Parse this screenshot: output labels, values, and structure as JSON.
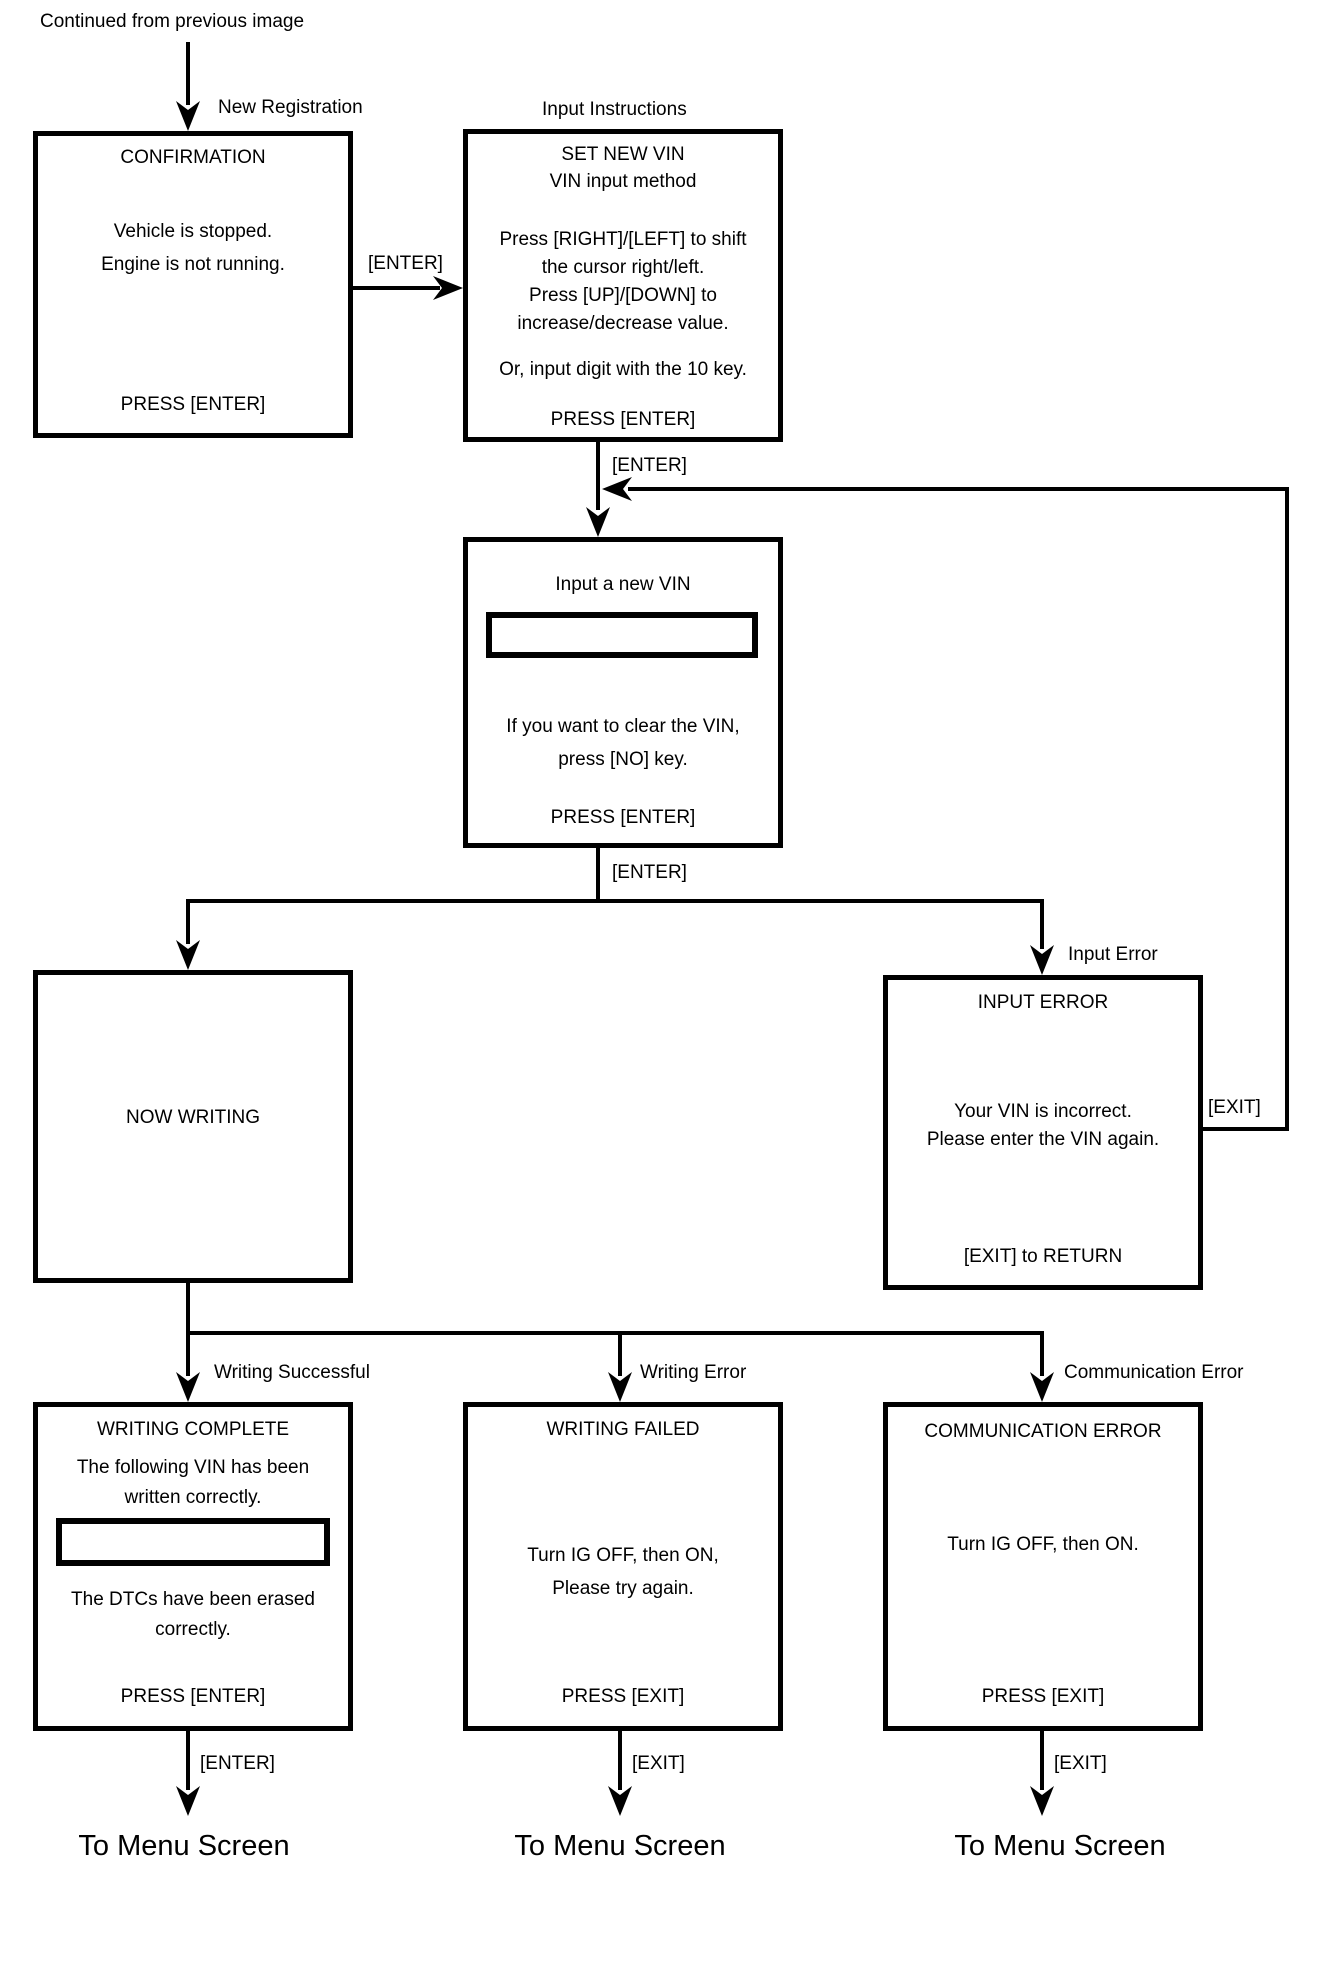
{
  "colors": {
    "ink": "#000000",
    "background": "#ffffff"
  },
  "header": {
    "continued_from": "Continued from previous image"
  },
  "branch_labels": {
    "new_registration": "New Registration",
    "input_instructions": "Input Instructions",
    "input_error": "Input Error",
    "writing_successful": "Writing Successful",
    "writing_error": "Writing Error",
    "communication_error": "Communication Error"
  },
  "edge_labels": {
    "confirmation_to_set_new_vin": "[ENTER]",
    "set_new_vin_to_input": "[ENTER]",
    "input_to_branches": "[ENTER]",
    "input_error_return": "[EXIT]",
    "writing_complete_to_menu": "[ENTER]",
    "writing_failed_to_menu": "[EXIT]",
    "communication_error_to_menu": "[EXIT]"
  },
  "screens": {
    "confirmation": {
      "title": "CONFIRMATION",
      "lines": [
        "Vehicle is stopped.",
        "Engine is not running."
      ],
      "footer": "PRESS [ENTER]"
    },
    "set_new_vin": {
      "title": "SET NEW VIN",
      "subtitle": "VIN input method",
      "lines": [
        "Press [RIGHT]/[LEFT] to shift",
        "the cursor right/left.",
        "Press [UP]/[DOWN] to",
        "increase/decrease value."
      ],
      "note": "Or, input digit with the 10 key.",
      "footer": "PRESS [ENTER]"
    },
    "input_new_vin": {
      "title": "Input a new VIN",
      "vin_field_value": "",
      "lines": [
        "If you want to clear the VIN,",
        "press [NO] key."
      ],
      "footer": "PRESS [ENTER]"
    },
    "now_writing": {
      "title": "NOW WRITING"
    },
    "input_error": {
      "title": "INPUT ERROR",
      "lines": [
        "Your VIN is incorrect.",
        "Please enter the VIN again."
      ],
      "footer": "[EXIT] to RETURN"
    },
    "writing_complete": {
      "title": "WRITING COMPLETE",
      "lines_above_field": [
        "The following VIN has been",
        "written correctly."
      ],
      "vin_field_value": "",
      "lines_below_field": [
        "The DTCs have been erased",
        "correctly."
      ],
      "footer": "PRESS [ENTER]"
    },
    "writing_failed": {
      "title": "WRITING FAILED",
      "lines": [
        "Turn IG OFF, then ON,",
        "Please try again."
      ],
      "footer": "PRESS [EXIT]"
    },
    "communication_error": {
      "title": "COMMUNICATION ERROR",
      "lines": [
        "Turn IG OFF, then ON."
      ],
      "footer": "PRESS [EXIT]"
    }
  },
  "terminals": {
    "writing_complete": "To Menu Screen",
    "writing_failed": "To Menu Screen",
    "communication_error": "To Menu Screen"
  }
}
